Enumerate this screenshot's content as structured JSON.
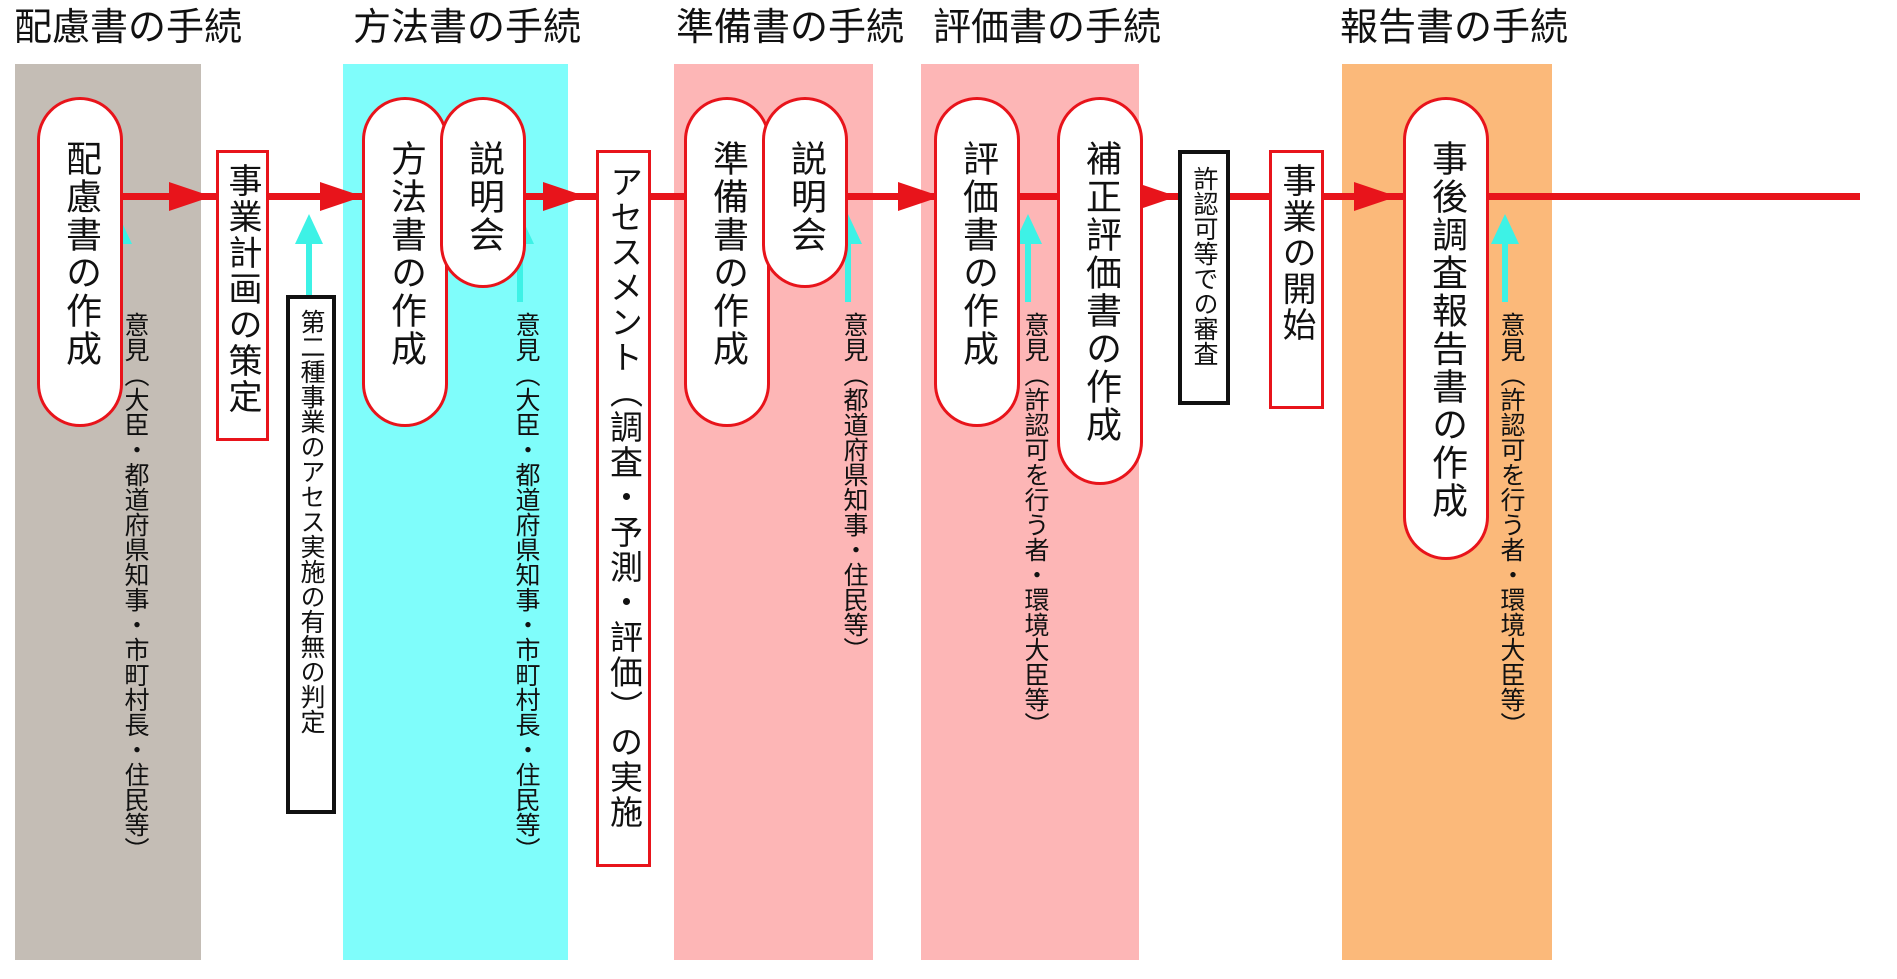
{
  "colors": {
    "red": "#e8141b",
    "cyan_arrow": "#3df2e6",
    "band_gray": "#c4bdb5",
    "band_cyan": "#7ffdfb",
    "band_pink": "#fdb6b6",
    "band_orange": "#fbb97a"
  },
  "stages": [
    {
      "title": "配慮書の手続",
      "color": "#c4bdb5"
    },
    {
      "title": "方法書の手続",
      "color": "#7ffdfb"
    },
    {
      "title": "準備書の手続",
      "color": "#fdb6b6"
    },
    {
      "title": "評価書の手続",
      "color": "#fdb6b6"
    },
    {
      "title": "報告書の手続",
      "color": "#fbb97a"
    }
  ],
  "nodes": {
    "hairyo": "配慮書の作成",
    "jigyo_keikaku": "事業計画の策定",
    "daini_shu": "第二種事業のアセス実施の有無の判定",
    "hoho": "方法書の作成",
    "setsumeikai_1": "説明会",
    "assess": "アセスメント（調査・予測・評価）の実施",
    "junbi": "準備書の作成",
    "setsumeikai_2": "説明会",
    "hyoka": "評価書の作成",
    "hosei": "補正評価書の作成",
    "kyoninka": "許認可等での審査",
    "kaishi": "事業の開始",
    "jigo": "事後調査報告書の作成"
  },
  "opinions": {
    "op1": "意見（大臣・都道府県知事・市町村長・住民等）",
    "op2": "意見（大臣・都道府県知事・市町村長・住民等）",
    "op3": "意見（都道府県知事・住民等）",
    "op4": "意見（許認可を行う者・環境大臣等）",
    "op5": "意見（許認可を行う者・環境大臣等）"
  }
}
